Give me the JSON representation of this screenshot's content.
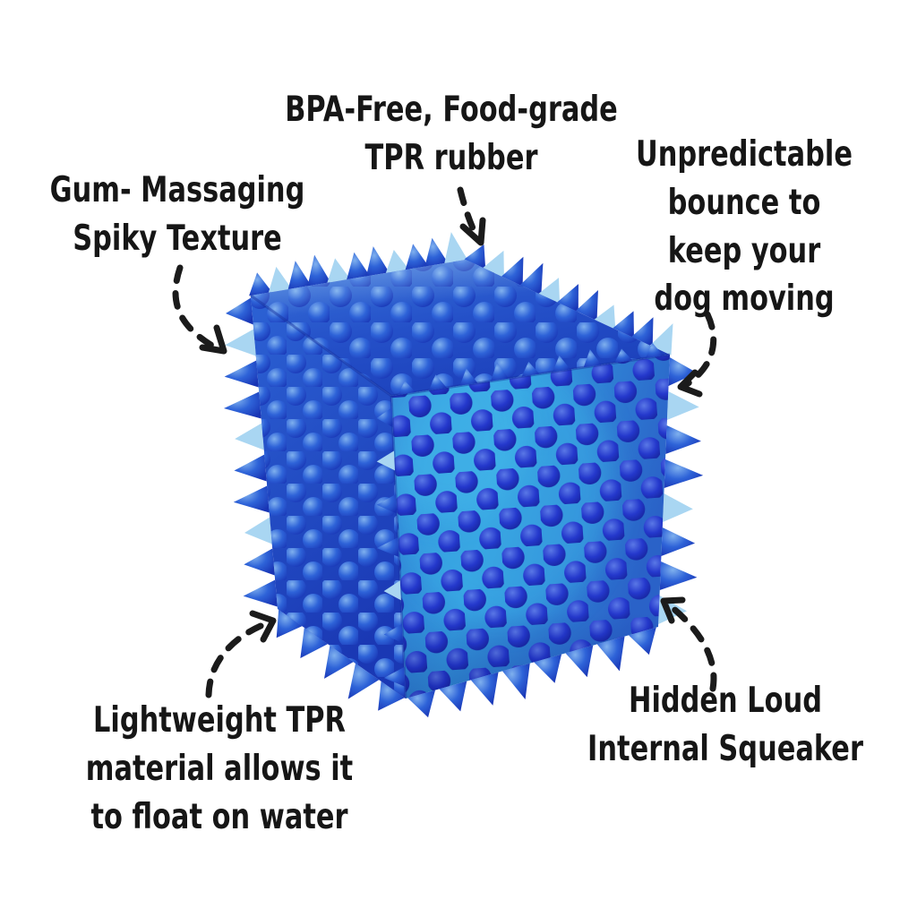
{
  "title": "Spiky cube dog toy feature infographic",
  "colors": {
    "background": "#ffffff",
    "text_color": "#161616",
    "arrow_color": "#1b1b1b",
    "toy_blue": "#2557cf",
    "toy_dark_blue": "#1b33c0",
    "toy_light_blue": "#38a0e0",
    "toy_pale_tip": "#a9d6f2"
  },
  "callouts": {
    "tpr_rubber": {
      "lines": [
        "BPA-Free, Food-grade",
        "TPR rubber"
      ]
    },
    "spiky_texture": {
      "lines": [
        "Gum- Massaging",
        "Spiky Texture"
      ]
    },
    "bounce": {
      "lines": [
        "Unpredictable",
        "bounce to",
        "keep your",
        "dog moving"
      ]
    },
    "float": {
      "lines": [
        "Lightweight TPR",
        "material allows it",
        "to float on water"
      ]
    },
    "squeaker": {
      "lines": [
        "Hidden Loud",
        "Internal Squeaker"
      ]
    }
  },
  "product_image_alt": "blue-spiky-tpr-cube-dog-toy"
}
